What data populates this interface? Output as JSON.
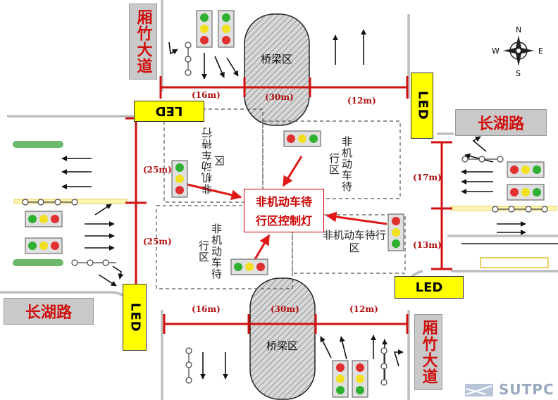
{
  "roads": {
    "north": "厢竹大道",
    "east": "长湖路",
    "west": "长湖路",
    "south": "厢竹大道"
  },
  "led_label": "LED",
  "bridge_label": "桥梁区",
  "waiting_zone_label": "非机动车待行区",
  "controller_label_line1": "非机动车待",
  "controller_label_line2": "行区控制灯",
  "dimensions": {
    "north_left": "(16m)",
    "north_mid": "(30m)",
    "north_right": "(12m)",
    "south_left": "(16m)",
    "south_mid": "(30m)",
    "south_right": "(12m)",
    "west_upper": "(25m)",
    "west_lower": "(25m)",
    "east_upper": "(17m)",
    "east_lower": "(13m)"
  },
  "compass": {
    "n": "N",
    "s": "S",
    "e": "E",
    "w": "W"
  },
  "watermark": "SUTPC",
  "colors": {
    "dimension_red": "#d01010",
    "led_yellow": "#ffff00",
    "road_label_bg": "#c9c9c9",
    "signal_red": "#e03030",
    "signal_yellow": "#f0e020",
    "signal_green": "#30b030"
  }
}
